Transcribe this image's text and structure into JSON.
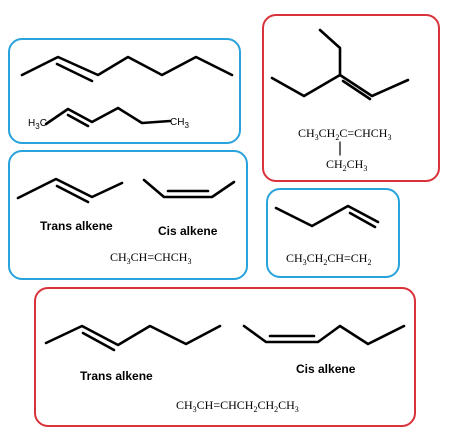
{
  "colors": {
    "blue_box": "#29a3dc",
    "red_box": "#d9323a"
  },
  "panels": {
    "p1": {
      "left_label": "H",
      "left_sub": "3",
      "left_tail": "C",
      "right_label": "CH",
      "right_sub": "3"
    },
    "p2": {
      "formula_top_a": "CH",
      "formula_top_a_sub": "3",
      "formula_top_b": "CH",
      "formula_top_b_sub": "2",
      "formula_top_c": "C=CHCH",
      "formula_top_c_sub": "3",
      "formula_bottom_a": "CH",
      "formula_bottom_a_sub": "2",
      "formula_bottom_b": "CH",
      "formula_bottom_b_sub": "3"
    },
    "p3": {
      "trans_label": "Trans alkene",
      "cis_label": "Cis alkene",
      "f_a": "CH",
      "f_a_sub": "3",
      "f_b": "CH=CHCH",
      "f_b_sub": "3"
    },
    "p4": {
      "f_a": "CH",
      "f_a_sub": "3",
      "f_b": "CH",
      "f_b_sub": "2",
      "f_c": "CH=CH",
      "f_c_sub": "2"
    },
    "p5": {
      "trans_label": "Trans alkene",
      "cis_label": "Cis alkene",
      "f_a": "CH",
      "f_a_sub": "3",
      "f_b": "CH=CHCH",
      "f_b_sub": "2",
      "f_c": "CH",
      "f_c_sub": "2",
      "f_d": "CH",
      "f_d_sub": "3"
    }
  }
}
